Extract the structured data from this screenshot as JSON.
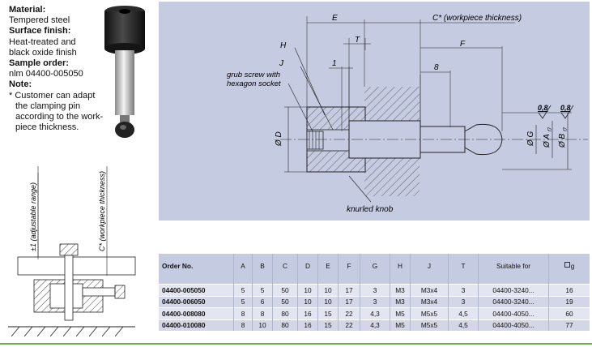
{
  "info": {
    "material_heading": "Material:",
    "material_value": "Tempered steel",
    "surface_heading": "Surface finish:",
    "surface_value": "Heat-treated and black oxide finish",
    "sample_heading": "Sample order:",
    "sample_value": "nlm 04400-005050",
    "note_heading": "Note:",
    "note_text": "* Customer can adapt the clamping pin according to the work-piece thickness."
  },
  "section_drawing": {
    "label_range": "±1 (adjustable range)",
    "label_thickness": "C* (workpiece thickness)"
  },
  "drawing": {
    "label_E": "E",
    "label_C": "C* (workpiece thickness)",
    "label_T": "T",
    "label_H": "H",
    "label_F": "F",
    "label_J": "J",
    "label_1": "1",
    "label_8": "8",
    "label_grub": "grub screw with",
    "label_grub2": "hexagon socket",
    "label_D": "Ø D",
    "label_G": "Ø G",
    "label_A": "Ø A",
    "label_A_tol": "f7",
    "label_B": "Ø B",
    "label_B_tol": "f7",
    "label_roughness1": "0,8",
    "label_roughness2": "0,8",
    "label_knob": "knurled knob"
  },
  "table": {
    "headers": [
      "Order No.",
      "A",
      "B",
      "C",
      "D",
      "E",
      "F",
      "G",
      "H",
      "J",
      "T",
      "Suitable for",
      "g"
    ],
    "rows": [
      [
        "04400-005050",
        "5",
        "5",
        "50",
        "10",
        "10",
        "17",
        "3",
        "M3",
        "M3x4",
        "3",
        "04400-3240...",
        "16"
      ],
      [
        "04400-006050",
        "5",
        "6",
        "50",
        "10",
        "10",
        "17",
        "3",
        "M3",
        "M3x4",
        "3",
        "04400-3240...",
        "19"
      ],
      [
        "04400-008080",
        "8",
        "8",
        "80",
        "16",
        "15",
        "22",
        "4,3",
        "M5",
        "M5x5",
        "4,5",
        "04400-4050...",
        "60"
      ],
      [
        "04400-010080",
        "8",
        "10",
        "80",
        "16",
        "15",
        "22",
        "4,3",
        "M5",
        "M5x5",
        "4,5",
        "04400-4050...",
        "77"
      ]
    ]
  },
  "weight_icon": "weight-icon"
}
